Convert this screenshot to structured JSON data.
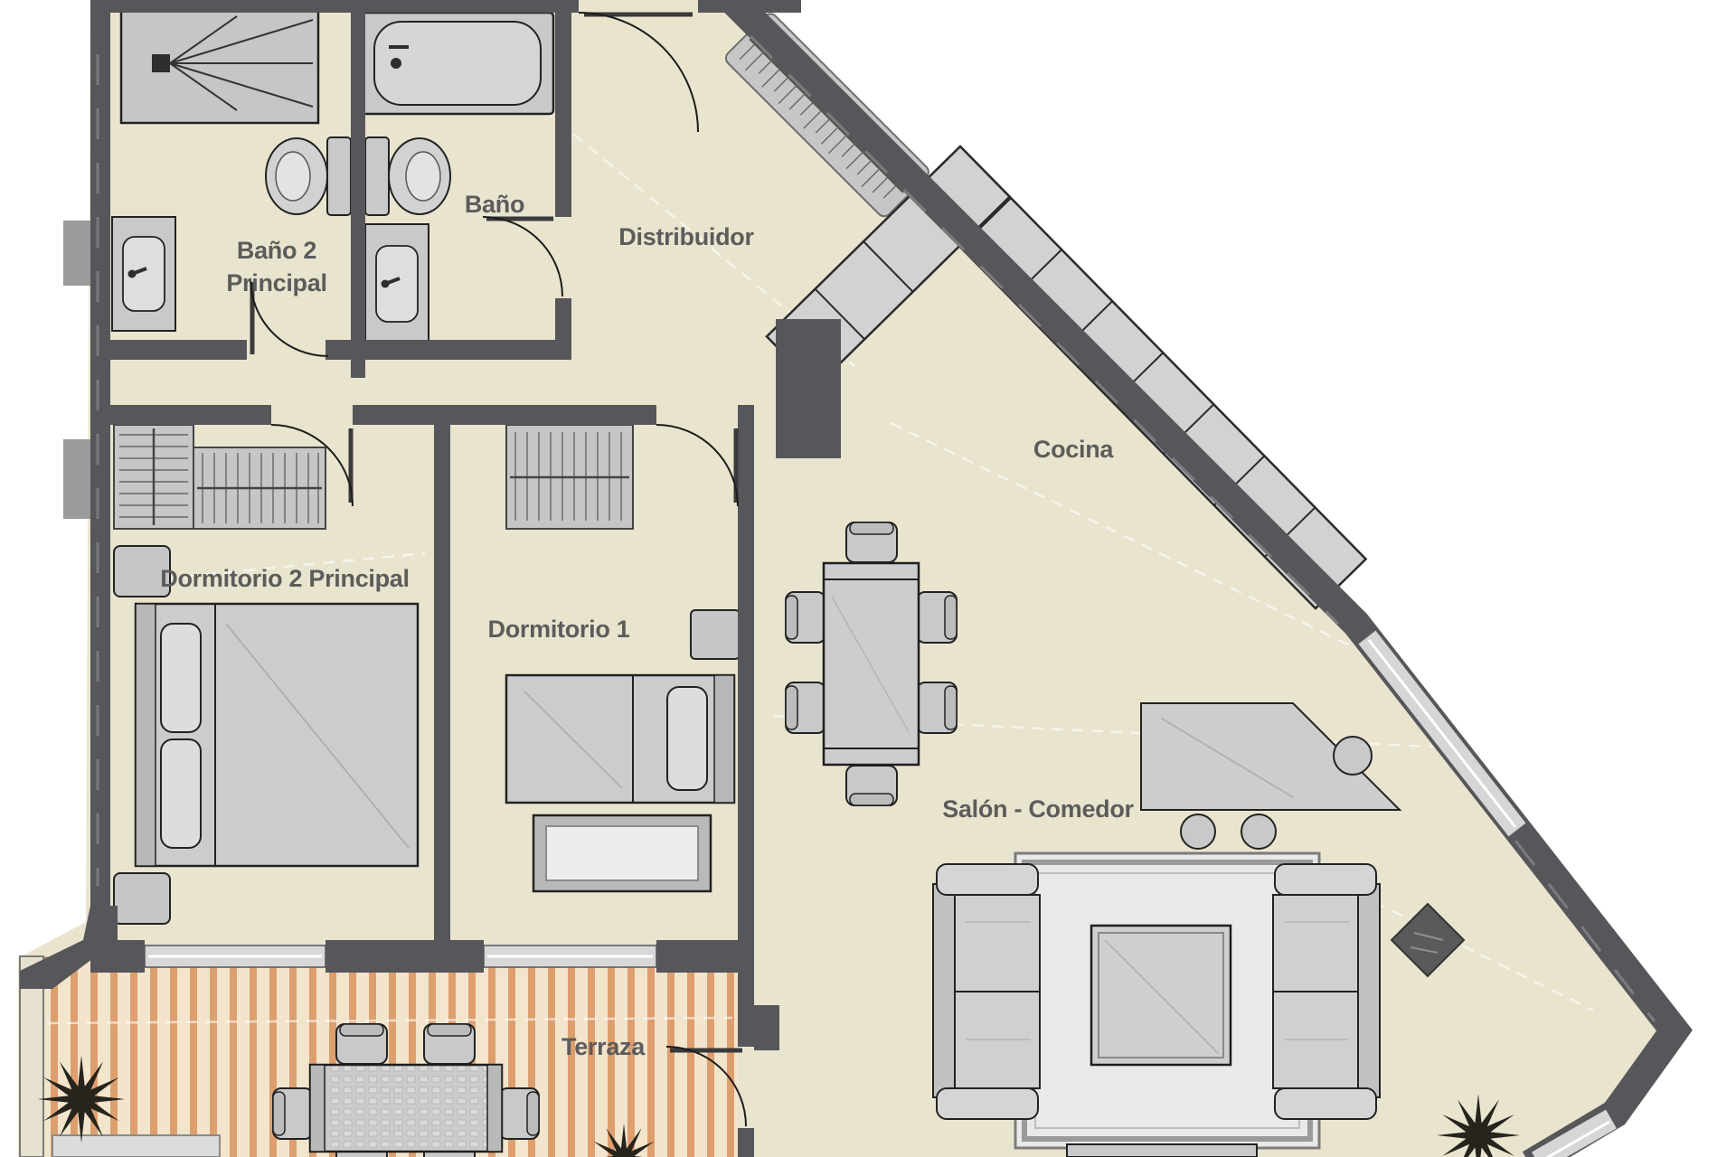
{
  "colors": {
    "background": "#ffffff",
    "floor": "#e9e4ce",
    "wall": "#57565a",
    "wall_light": "#9b9b9b",
    "furniture": "#c9c9c9",
    "glass": "#d6d6d6",
    "deck_base": "#f2e5cc",
    "deck_stripe": "#dd9f6e",
    "rug": "#e9e9e9",
    "label": "#5c5c5c"
  },
  "rooms": {
    "bano2": {
      "line1": "Baño 2",
      "line2": "Principal"
    },
    "bano": {
      "label": "Baño"
    },
    "distribuidor": {
      "label": "Distribuidor"
    },
    "cocina": {
      "label": "Cocina"
    },
    "dorm2": {
      "label": "Dormitorio 2 Principal"
    },
    "dorm1": {
      "label": "Dormitorio 1"
    },
    "salon": {
      "label": "Salón - Comedor"
    },
    "terraza": {
      "label": "Terraza"
    }
  }
}
